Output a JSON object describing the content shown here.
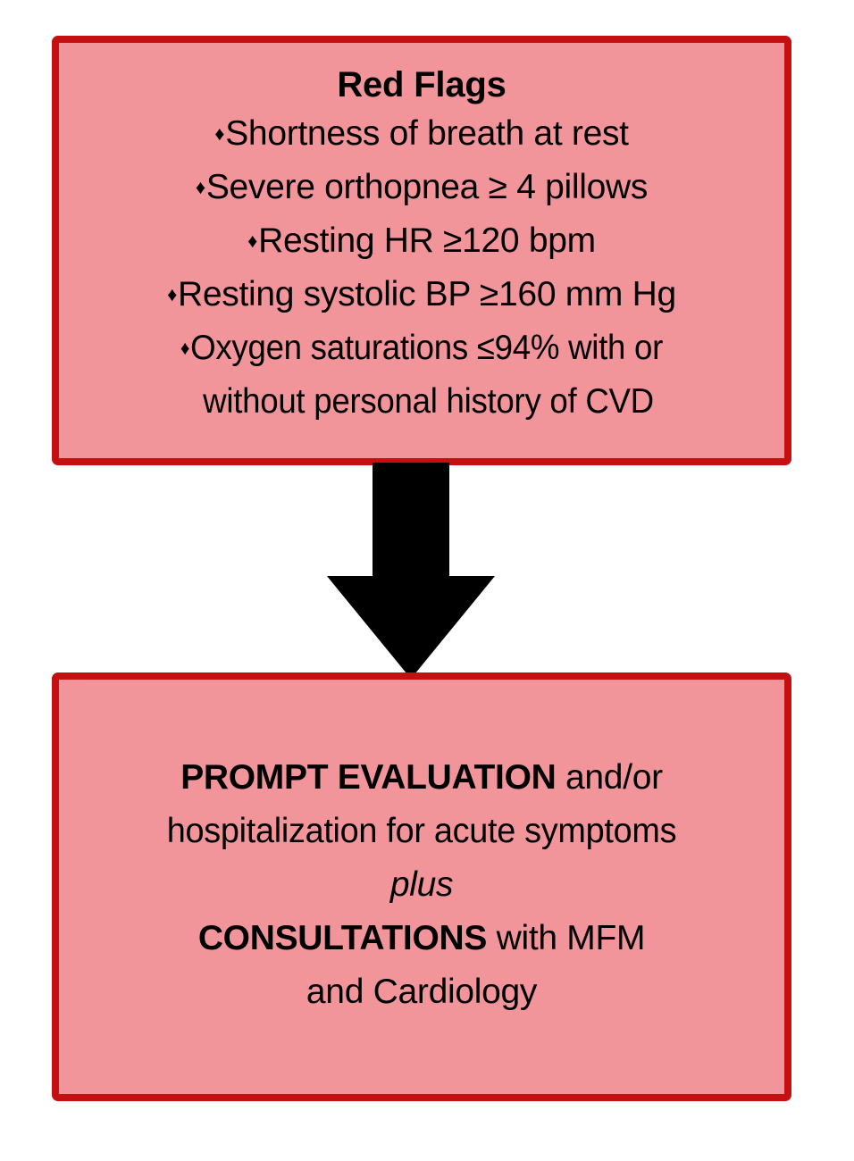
{
  "diagram": {
    "type": "flowchart",
    "background_color": "#FFFFFF",
    "box_fill_color": "#F2959B",
    "box_border_color": "#C41010",
    "arrow_color": "#000000",
    "boxes": [
      {
        "id": "red-flags",
        "title": "Red Flags",
        "bullet_glyph": "♦",
        "items": [
          "Shortness of breath at rest",
          "Severe orthopnea ≥ 4 pillows",
          "Resting HR ≥120 bpm",
          "Resting systolic BP ≥160 mm Hg",
          "Oxygen saturations ≤94% with or"
        ],
        "item_continuation": "without personal history of CVD"
      },
      {
        "id": "action",
        "lines": [
          {
            "bold_prefix": "PROMPT EVALUATION",
            "rest": " and/or"
          },
          {
            "bold_prefix": "",
            "rest": "hospitalization for acute symptoms"
          },
          {
            "italic": "plus"
          },
          {
            "bold_prefix": "CONSULTATIONS",
            "rest": " with MFM"
          },
          {
            "bold_prefix": "",
            "rest": "and Cardiology"
          }
        ]
      }
    ],
    "connector": {
      "name": "down-arrow",
      "direction": "down",
      "from": "red-flags",
      "to": "action"
    }
  }
}
